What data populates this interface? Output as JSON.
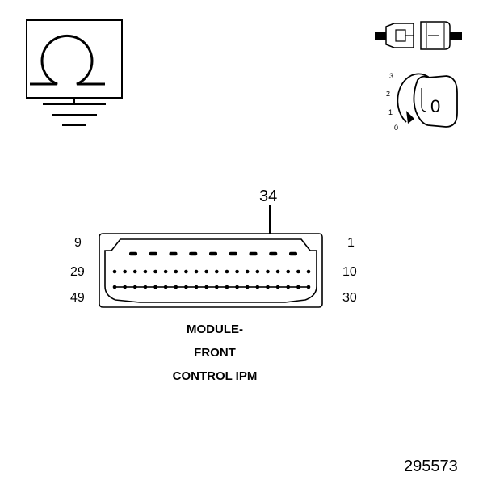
{
  "ohmmeter_symbol": "ohm-icon",
  "ground_symbol": "ground-icon",
  "connector_symbol": "disconnected-connector-icon",
  "ignition": {
    "symbol": "ignition-key-icon",
    "positions": [
      "3",
      "2",
      "1",
      "0"
    ],
    "key_face": "0"
  },
  "connector": {
    "callout_pin": "34",
    "pin_labels": {
      "top_left": "9",
      "middle_left": "29",
      "bottom_left": "49",
      "top_right": "1",
      "middle_right": "10",
      "bottom_right": "30"
    },
    "rows": {
      "top_count": 9,
      "middle_count": 20,
      "bottom_count": 20
    }
  },
  "caption": {
    "line1": "MODULE-",
    "line2": "FRONT",
    "line3": "CONTROL IPM"
  },
  "figure_number": "295573"
}
